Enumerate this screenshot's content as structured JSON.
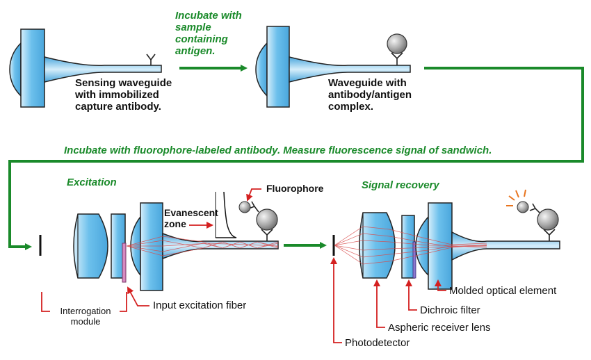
{
  "colors": {
    "lens_fill": "#5fb7e8",
    "lens_light": "#cfeaf9",
    "flow_arrow": "#1a8a2a",
    "callout": "#d42020",
    "ray": "#d84a4a",
    "sphere": "#9a9a9a"
  },
  "steps": {
    "sensing_label": [
      "Sensing waveguide",
      "with immobilized",
      "capture antibody."
    ],
    "incubate_antigen": [
      "Incubate with",
      "sample",
      "containing",
      "antigen."
    ],
    "complex_label": [
      "Waveguide with",
      "antibody/antigen",
      "complex."
    ],
    "incubate_fluor": "Incubate with fluorophore-labeled antibody.  Measure fluorescence signal of sandwich."
  },
  "excitation": {
    "title": "Excitation",
    "fluorophore": "Fluorophore",
    "evanescent": [
      "Evanescent",
      "zone"
    ],
    "interrogation": [
      "Interrogation",
      "module"
    ],
    "input_fiber": "Input excitation fiber"
  },
  "recovery": {
    "title": "Signal recovery",
    "molded": "Molded optical element",
    "dichroic": "Dichroic filter",
    "aspheric": "Aspheric receiver lens",
    "photodetector": "Photodetector"
  }
}
